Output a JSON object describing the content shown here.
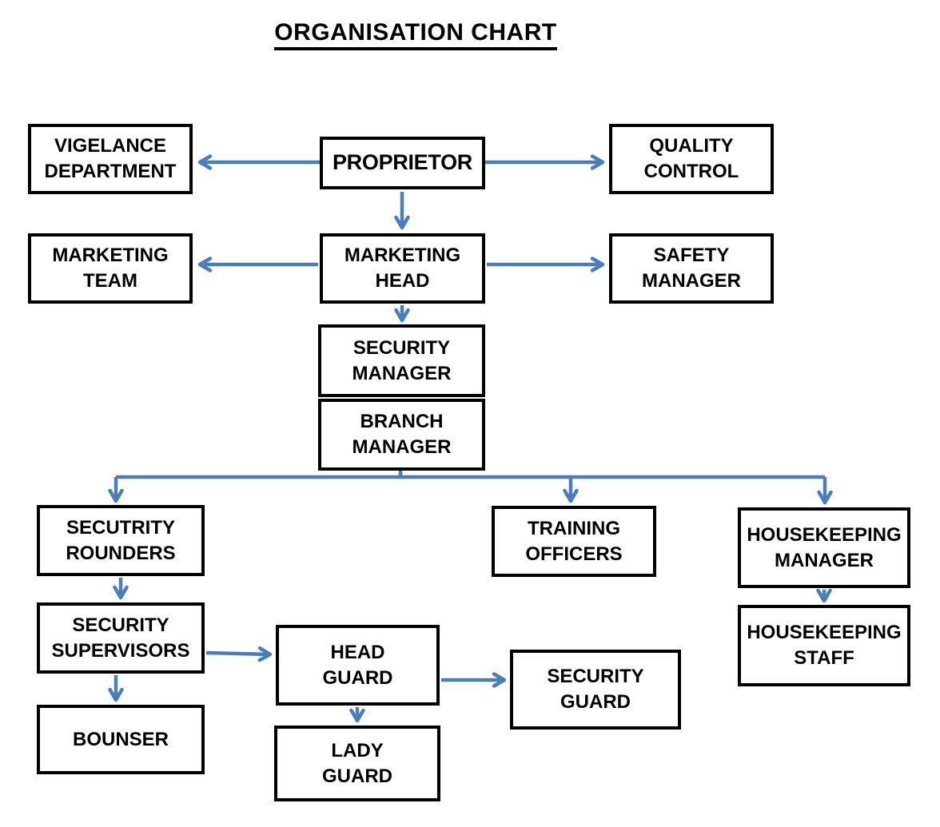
{
  "title": "ORGANISATION CHART",
  "colors": {
    "connector": "#4a7ebb",
    "box_border": "#000000",
    "box_background": "#ffffff",
    "text": "#000000",
    "page_background": "#ffffff"
  },
  "nodes": {
    "proprietor": "PROPRIETOR",
    "vigelance_department": "VIGELANCE\nDEPARTMENT",
    "quality_control": "QUALITY\nCONTROL",
    "marketing_team": "MARKETING\nTEAM",
    "marketing_head": "MARKETING\nHEAD",
    "safety_manager": "SAFETY\nMANAGER",
    "security_manager": "SECURITY\nMANAGER",
    "branch_manager": "BRANCH\nMANAGER",
    "securtity_rounders": "SECUTRITY\nROUNDERS",
    "training_officers": "TRAINING\nOFFICERS",
    "housekeeping_manager": "HOUSEKEEPING\nMANAGER",
    "security_supervisors": "SECURITY\nSUPERVISORS",
    "housekeeping_staff": "HOUSEKEEPING\nSTAFF",
    "head_guard": "HEAD\nGUARD",
    "security_guard": "SECURITY\nGUARD",
    "bounser": "BOUNSER",
    "lady_guard": "LADY\nGUARD"
  },
  "edges": [
    {
      "from": "PROPRIETOR",
      "to": "VIGELANCE DEPARTMENT",
      "direction": "left"
    },
    {
      "from": "PROPRIETOR",
      "to": "QUALITY CONTROL",
      "direction": "right"
    },
    {
      "from": "PROPRIETOR",
      "to": "MARKETING HEAD",
      "direction": "down"
    },
    {
      "from": "MARKETING HEAD",
      "to": "MARKETING TEAM",
      "direction": "left"
    },
    {
      "from": "MARKETING HEAD",
      "to": "SAFETY MANAGER",
      "direction": "right"
    },
    {
      "from": "MARKETING HEAD",
      "to": "SECURITY MANAGER",
      "direction": "down"
    },
    {
      "from": "BRANCH MANAGER",
      "to": "SECUTRITY ROUNDERS",
      "direction": "branch-down"
    },
    {
      "from": "BRANCH MANAGER",
      "to": "TRAINING OFFICERS",
      "direction": "branch-down"
    },
    {
      "from": "BRANCH MANAGER",
      "to": "HOUSEKEEPING MANAGER",
      "direction": "branch-down"
    },
    {
      "from": "SECUTRITY ROUNDERS",
      "to": "SECURITY SUPERVISORS",
      "direction": "down"
    },
    {
      "from": "SECURITY SUPERVISORS",
      "to": "BOUNSER",
      "direction": "down"
    },
    {
      "from": "SECURITY SUPERVISORS",
      "to": "HEAD GUARD",
      "direction": "right"
    },
    {
      "from": "HEAD GUARD",
      "to": "SECURITY GUARD",
      "direction": "right"
    },
    {
      "from": "HEAD GUARD",
      "to": "LADY GUARD",
      "direction": "down"
    },
    {
      "from": "HOUSEKEEPING MANAGER",
      "to": "HOUSEKEEPING STAFF",
      "direction": "down"
    }
  ]
}
